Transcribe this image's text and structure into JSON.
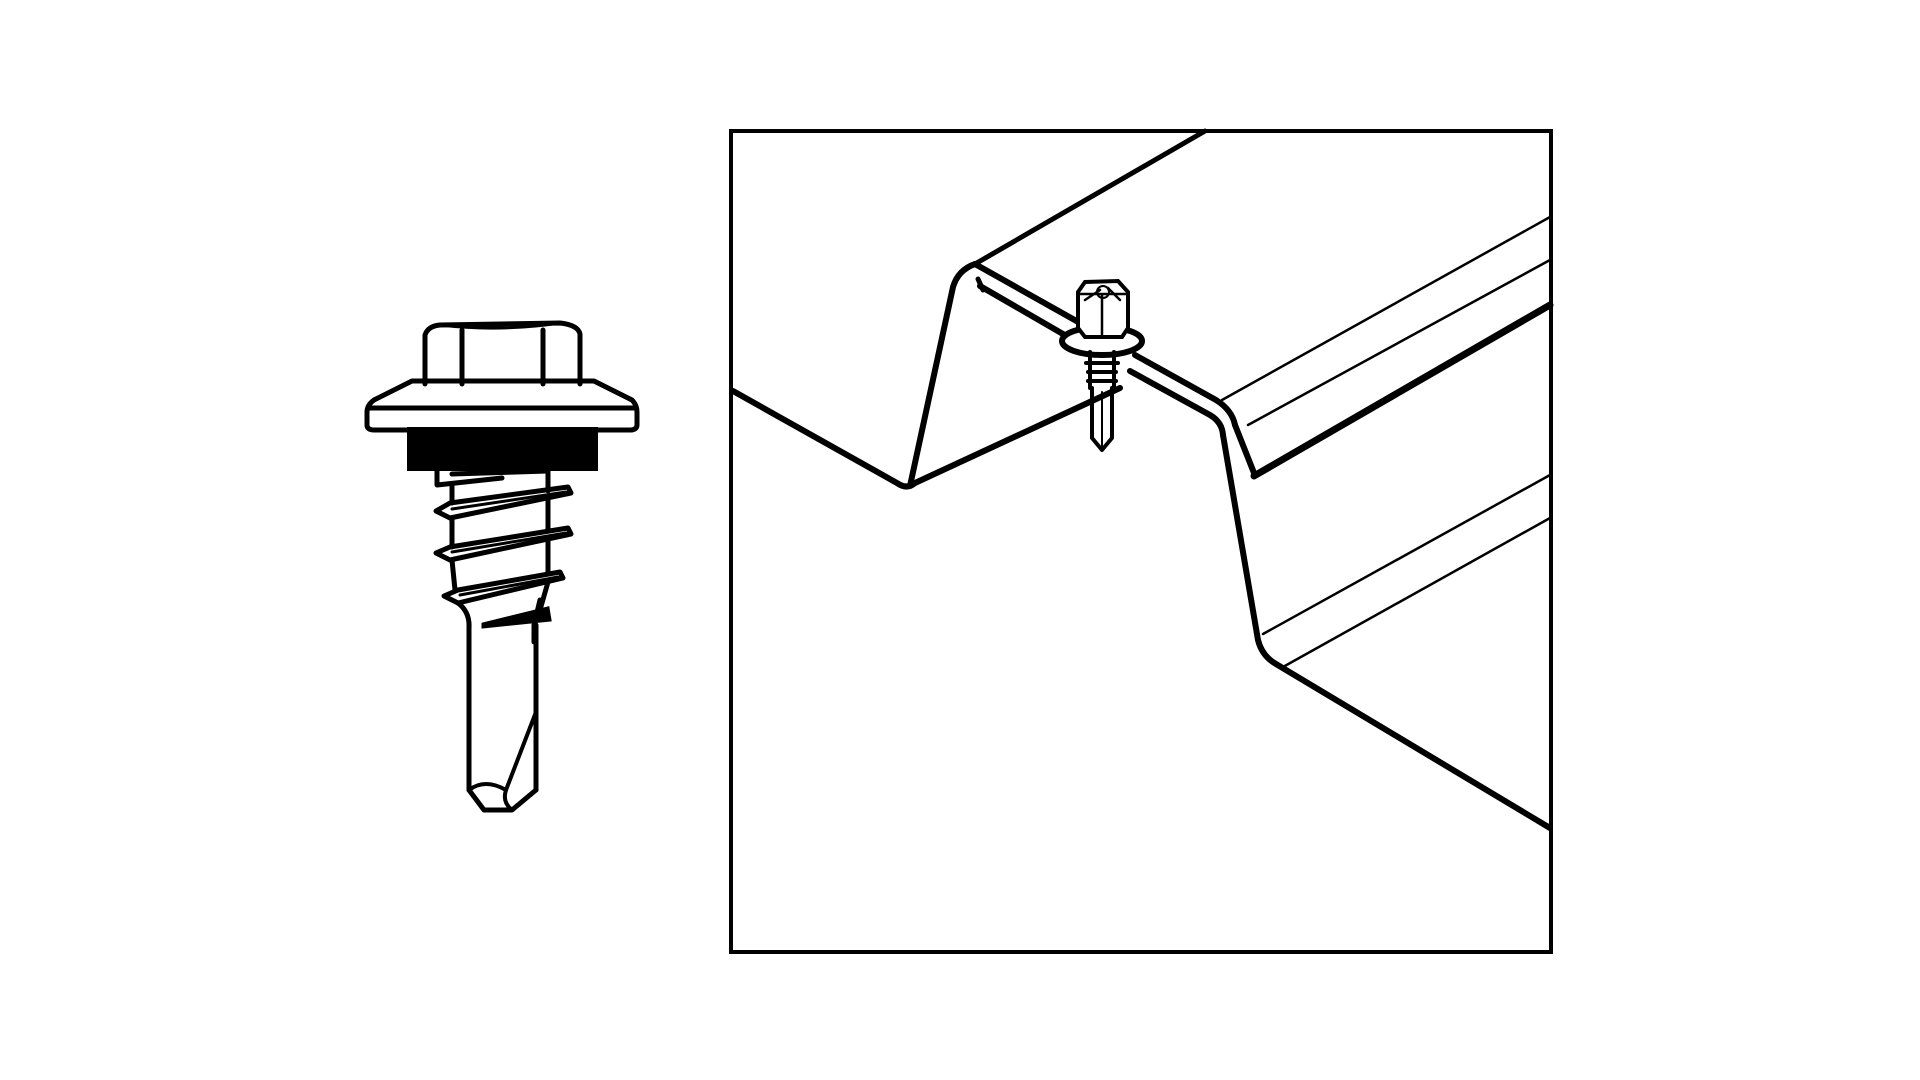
{
  "figure": {
    "description": "Self-drilling hex head roofing screw with sealing washer, and installation on trapezoidal metal roof sheet",
    "background_color": "#ffffff",
    "line_color": "#000000",
    "panels": [
      {
        "id": "screw-detail",
        "label": "Self-drilling hex washer head screw with EPDM seal"
      },
      {
        "id": "installation-detail",
        "label": "Screw fastened through crest of trapezoidal profiled sheet"
      }
    ]
  }
}
